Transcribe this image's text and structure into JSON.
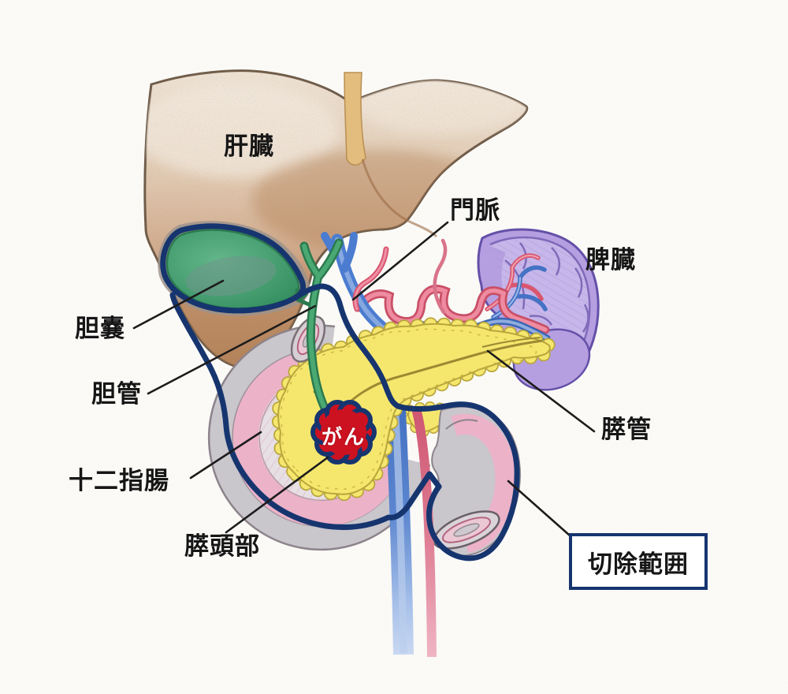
{
  "diagram": {
    "labels": {
      "liver": "肝臓",
      "portal_vein": "門脈",
      "spleen": "脾臓",
      "gallbladder": "胆嚢",
      "bile_duct": "胆管",
      "duodenum": "十二指腸",
      "pancreatic_head": "膵頭部",
      "pancreatic_duct": "膵管",
      "cancer": "がん",
      "resection_extent": "切除範囲"
    },
    "colors": {
      "background": "#fcfbf8",
      "liver_brown": "#c89a76",
      "falciform_ligament": "#e2bd7e",
      "gallbladder_green": "#3f9d6e",
      "spleen_purple": "#b59fe0",
      "pancreas_yellow": "#f5e76e",
      "duodenum_wall_gray": "#c9c6cc",
      "duodenum_mucosa_pink": "#ecb2c8",
      "cancer_red": "#cc1220",
      "vein_blue": "#4472c4",
      "artery_pink": "#d9566f",
      "bile_duct_green": "#3fa06d",
      "resection_outline_navy": "#16356f",
      "pointer_line": "#1c1c1c",
      "label_text": "#161616"
    }
  }
}
